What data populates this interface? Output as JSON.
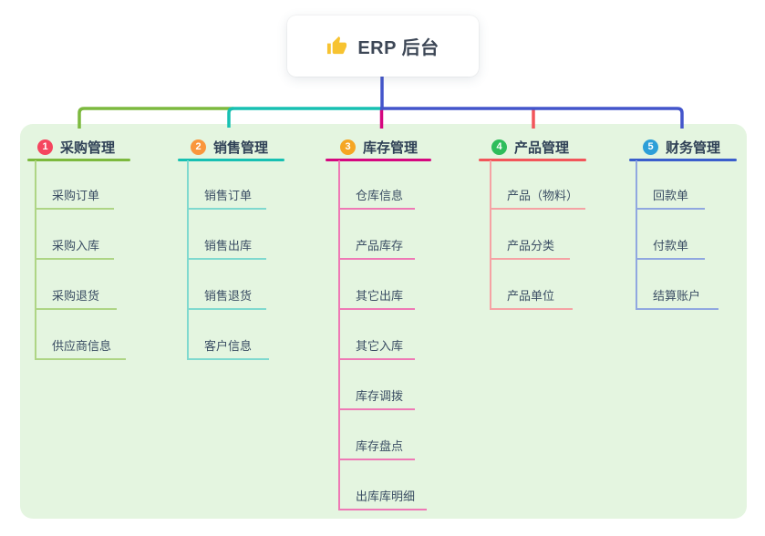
{
  "root": {
    "label": "ERP 后台",
    "icon": "thumbs-up"
  },
  "branches": [
    {
      "badge": "1",
      "label": "采购管理",
      "color": "#7cb93e",
      "light": "#aed585",
      "badge_color": "#f5455f",
      "items": [
        "采购订单",
        "采购入库",
        "采购退货",
        "供应商信息"
      ]
    },
    {
      "badge": "2",
      "label": "销售管理",
      "color": "#17c0b2",
      "light": "#7fd9cf",
      "badge_color": "#fa963c",
      "items": [
        "销售订单",
        "销售出库",
        "销售退货",
        "客户信息"
      ]
    },
    {
      "badge": "3",
      "label": "库存管理",
      "color": "#d5077f",
      "light": "#ef78b5",
      "badge_color": "#f5a623",
      "items": [
        "仓库信息",
        "产品库存",
        "其它出库",
        "其它入库",
        "库存调拨",
        "库存盘点",
        "出库库明细"
      ]
    },
    {
      "badge": "4",
      "label": "产品管理",
      "color": "#f2555a",
      "light": "#f5a2a4",
      "badge_color": "#2ebd5b",
      "items": [
        "产品（物料）",
        "产品分类",
        "产品单位"
      ]
    },
    {
      "badge": "5",
      "label": "财务管理",
      "color": "#3a5ecc",
      "light": "#90a7e0",
      "badge_color": "#2d9fd8",
      "items": [
        "回款单",
        "付款单",
        "结算账户"
      ]
    }
  ],
  "colors": {
    "panel_bg": "#e4f5e0",
    "connector_blue": "#4355cb",
    "icon_yellow": "#f7c331",
    "text_dark": "#2f4156"
  }
}
